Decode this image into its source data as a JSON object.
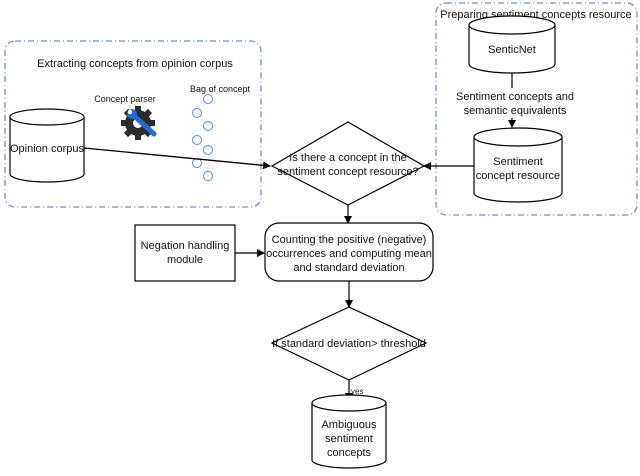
{
  "groups": {
    "extract": {
      "title": "Extracting concepts from opinion corpus"
    },
    "prepare": {
      "title": "Preparing sentiment concepts resource"
    }
  },
  "labels": {
    "concept_parser": "Concept parser",
    "bag_of_concept": "Bag of concept",
    "sentiment_concepts_line1": "Sentiment concepts and",
    "sentiment_concepts_line2": "semantic equivalents",
    "yes": "yes"
  },
  "nodes": {
    "opinion_corpus": "Opinion corpus",
    "senticnet": "SenticNet",
    "sentiment_resource_line1": "Sentiment",
    "sentiment_resource_line2": "concept resource",
    "decision1_line1": "Is there a concept in the",
    "decision1_line2": "sentiment concept resource?",
    "negation_line1": "Negation handling",
    "negation_line2": "module",
    "counting_line1": "Counting the positive (negative)",
    "counting_line2": "occurrences and computing mean",
    "counting_line3": "and standard deviation",
    "decision2": "If standard deviation> threshold",
    "ambiguous_line1": "Ambiguous",
    "ambiguous_line2": "sentiment",
    "ambiguous_line3": "concepts"
  },
  "colors": {
    "group_border": "#6e8fbf",
    "bubble": "#4a90d9",
    "gear": "#2b2b2b",
    "wrench": "#1e6fd0",
    "line": "#000000"
  },
  "icons": [
    "gear-wrench-icon",
    "bubble-icon"
  ]
}
